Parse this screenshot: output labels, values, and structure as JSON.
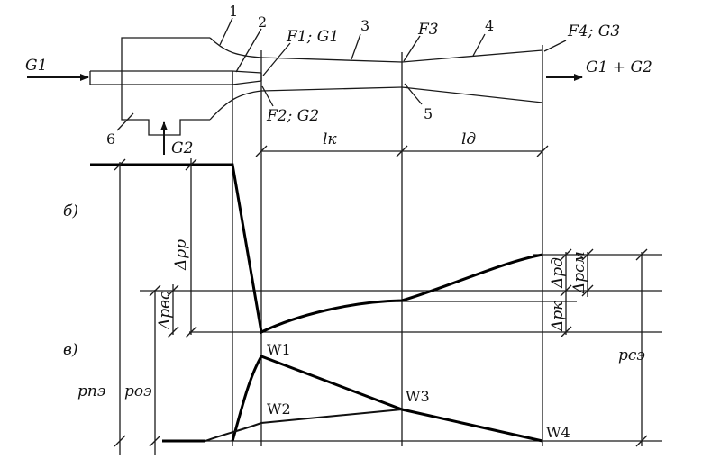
{
  "labels": {
    "flow_in": "G1",
    "flow_out": "G1 + G2",
    "flow_side": "G2",
    "part_1": "1",
    "part_2": "2",
    "part_3": "3",
    "part_4": "4",
    "part_5": "5",
    "part_6": "6",
    "sec_f1": "F1; G1",
    "sec_f2": "F2; G2",
    "sec_f3": "F3",
    "sec_f4": "F4; G3",
    "len_k": "lк",
    "len_d": "lд",
    "panel_b": "б)",
    "panel_v": "в)",
    "dp_p": "Δpp",
    "dp_vs": "Δpвс",
    "dp_d": "Δpд",
    "dp_sm": "Δpсм",
    "dp_k": "Δpк",
    "p_pe": "pпэ",
    "p_oe": "pоэ",
    "p_se": "pсэ",
    "w1": "W1",
    "w2": "W2",
    "w3": "W3",
    "w4": "W4"
  }
}
